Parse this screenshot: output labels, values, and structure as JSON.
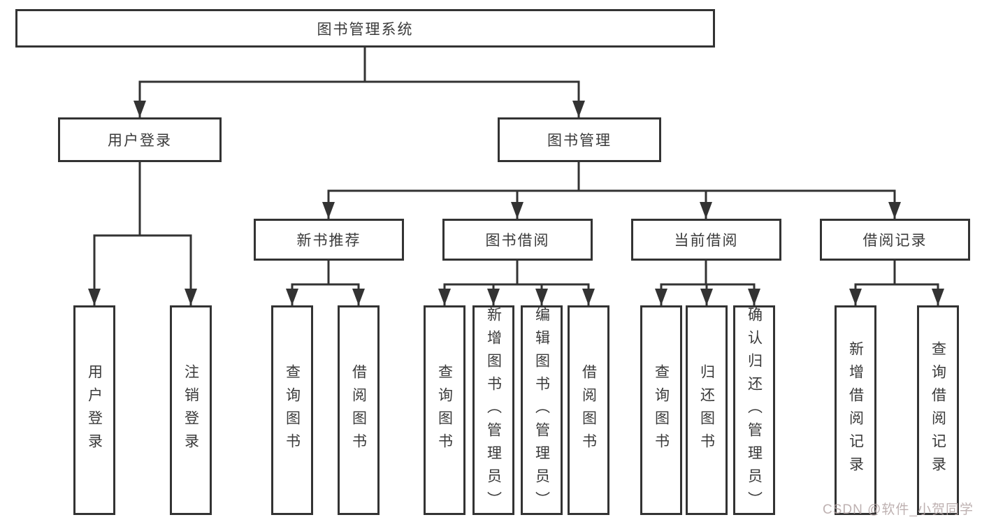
{
  "diagram": {
    "root": "图书管理系统",
    "level2": [
      "用户登录",
      "图书管理"
    ],
    "level3": [
      "新书推荐",
      "图书借阅",
      "当前借阅",
      "借阅记录"
    ],
    "leaves_login": [
      "用户登录",
      "注销登录"
    ],
    "leaves_recommend": [
      "查询图书",
      "借阅图书"
    ],
    "leaves_borrow": [
      "查询图书",
      "新增图书（管理员）",
      "编辑图书（管理员）",
      "借阅图书"
    ],
    "leaves_current": [
      "查询图书",
      "归还图书",
      "确认归还（管理员）"
    ],
    "leaves_record": [
      "新增借阅记录",
      "查询借阅记录"
    ]
  },
  "watermark": {
    "text": "CSDN @软件_小贺同学",
    "color": "#b3a4a4"
  },
  "colors": {
    "line": "#333333",
    "text": "#3a3a3a",
    "background": "#ffffff"
  }
}
